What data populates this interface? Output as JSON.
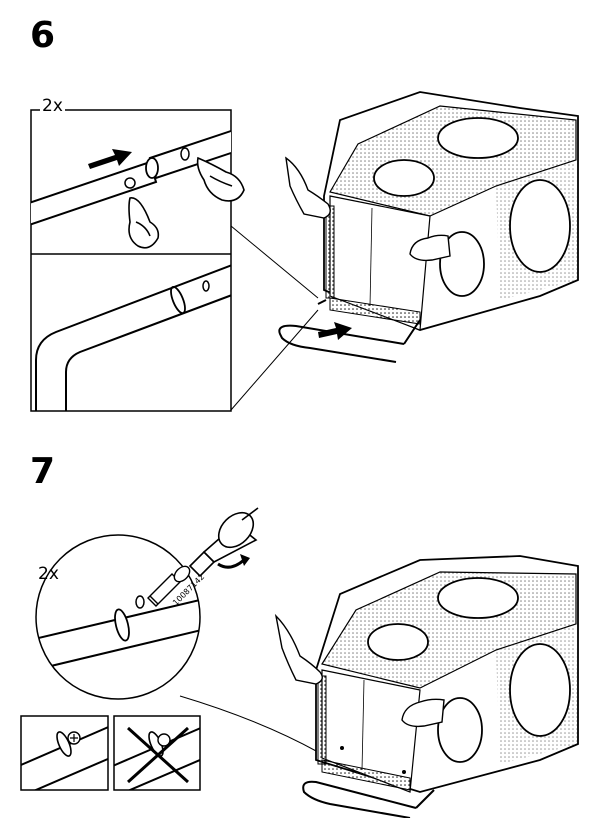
{
  "steps": [
    {
      "number": "6",
      "count": "2x"
    },
    {
      "number": "7",
      "count": "2x",
      "part_code": "10087142"
    }
  ],
  "colors": {
    "ink": "#000000",
    "paper": "#ffffff",
    "fabric_dots": "#1a1a1a"
  },
  "icons": {
    "push_arrow": "arrow-right-icon",
    "press_hand": "finger-press-icon",
    "screwdriver": "screwdriver-icon",
    "rotate_arrow": "clockwise-rotation-icon",
    "incorrect_mark": "cross-icon"
  }
}
